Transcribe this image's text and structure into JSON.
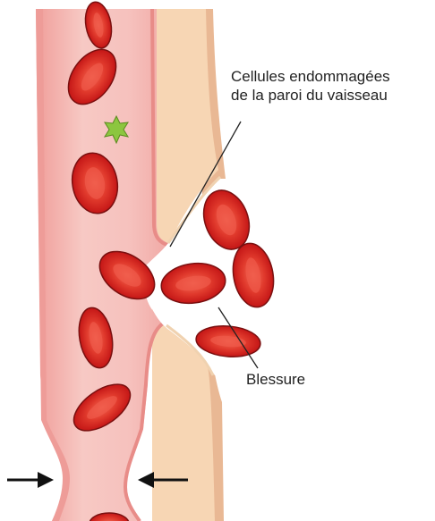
{
  "labels": {
    "damaged_cells_line1": "Cellules endommagées",
    "damaged_cells_line2": "de la paroi du vaisseau",
    "injury": "Blessure"
  },
  "colors": {
    "lumen": "#f6c1bd",
    "wall_inner": "#f3a9a6",
    "wall_outer": "#f7d6b4",
    "tissue": "#e9b894",
    "rbc_fill": "#d71f1f",
    "rbc_edge": "#7a1010",
    "rbc_center": "#f05a4a",
    "platelet": "#8cc63f",
    "arrow": "#111111"
  },
  "icons": {
    "constriction_arrows": "arrow-icon",
    "platelet": "star-icon"
  }
}
